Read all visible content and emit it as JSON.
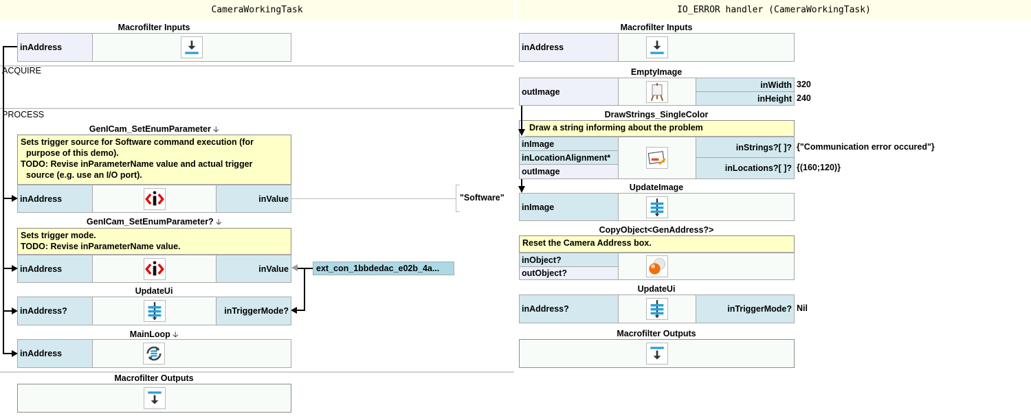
{
  "left_panel": {
    "title": "CameraWorkingTask",
    "inputs": {
      "title": "Macrofilter Inputs",
      "port": "inAddress"
    },
    "sections": [
      "ACQUIRE",
      "PROCESS"
    ],
    "blocks": [
      {
        "title": "GenICam_SetEnumParameter",
        "comment": [
          "Sets trigger source for Software command execution (for",
          "purpose of this demo).",
          "TODO: Revise inParameterName value and actual trigger",
          "source (e.g. use an I/O port)."
        ],
        "in_left": "inAddress",
        "in_right": "inValue",
        "value": "\"Software\""
      },
      {
        "title": "GenICam_SetEnumParameter?",
        "comment": [
          "Sets trigger mode.",
          "TODO: Revise inParameterName value."
        ],
        "in_left": "inAddress",
        "in_right": "inValue",
        "value": "ext_con_1bbdedac_e02b_4a..."
      },
      {
        "title": "UpdateUi",
        "in_left": "inAddress?",
        "in_right": "inTriggerMode?"
      },
      {
        "title": "MainLoop",
        "in_left": "inAddress"
      }
    ],
    "outputs": {
      "title": "Macrofilter Outputs"
    }
  },
  "right_panel": {
    "title": "IO_ERROR handler (CameraWorkingTask)",
    "inputs": {
      "title": "Macrofilter Inputs",
      "port": "inAddress"
    },
    "empty_image": {
      "title": "EmptyImage",
      "out": "outImage",
      "in1": "inWidth",
      "v1": "320",
      "in2": "inHeight",
      "v2": "240"
    },
    "draw_strings": {
      "title": "DrawStrings_SingleColor",
      "comment": "Draw a string informing about the problem",
      "p1": "inImage",
      "p2": "inLocationAlignment*",
      "p3": "outImage",
      "in1": "inStrings?[ ]?",
      "v1": "{\"Communication error occured\"}",
      "in2": "inLocations?[ ]?",
      "v2": "{(160;120)}"
    },
    "update_image": {
      "title": "UpdateImage",
      "in": "inImage"
    },
    "copy_object": {
      "title": "CopyObject<GenAddress?>",
      "comment": "Reset the Camera Address box.",
      "in": "inObject?",
      "out": "outObject?"
    },
    "update_ui": {
      "title": "UpdateUi",
      "in1": "inAddress?",
      "in2": "inTriggerMode?",
      "v2": "Nil"
    },
    "outputs": {
      "title": "Macrofilter Outputs"
    }
  },
  "colors": {
    "input_port": "#d3e9ef",
    "output_port": "#eef1f9",
    "comment": "#ffffc8",
    "header": "#fffee8",
    "icon_blue": "#2a9fd8",
    "icon_red": "#e01010"
  }
}
